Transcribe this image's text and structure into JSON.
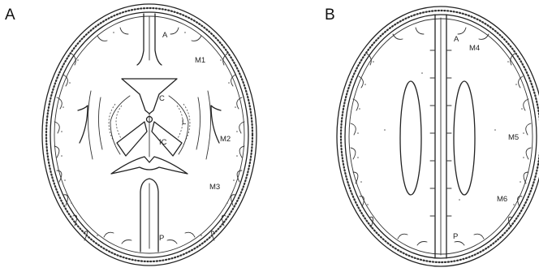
{
  "panels": [
    {
      "id": "A",
      "label": "A",
      "regions": {
        "a": "A",
        "m1": "M1",
        "c": "C",
        "l": "L",
        "ic": "IC",
        "m2": "M2",
        "m3": "M3",
        "p": "P"
      }
    },
    {
      "id": "B",
      "label": "B",
      "regions": {
        "a": "A",
        "m4": "M4",
        "m5": "M5",
        "m6": "M6",
        "p": "P"
      }
    }
  ],
  "colors": {
    "line": "#222222",
    "background": "#ffffff"
  }
}
